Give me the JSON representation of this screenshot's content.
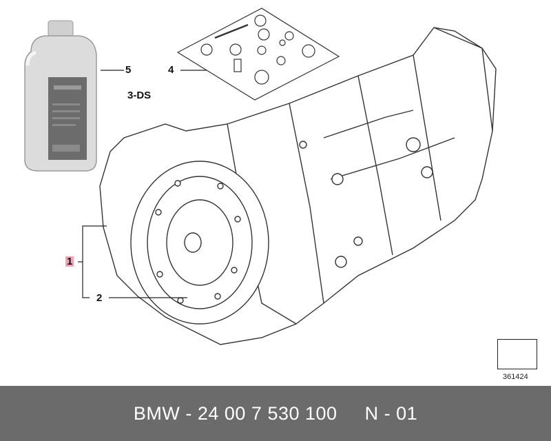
{
  "diagram": {
    "callouts": {
      "c1": "1",
      "c2": "2",
      "c4": "4",
      "c5": "5",
      "c3ds": "3-DS"
    },
    "reference_number": "361424"
  },
  "footer": {
    "part_number": "BMW - 24 00 7 530 100",
    "variant": "N - 01"
  },
  "colors": {
    "footer_bg": "#6b6b6b",
    "footer_text": "#ffffff",
    "highlight": "#f3a3b5",
    "line_art": "#333333"
  }
}
